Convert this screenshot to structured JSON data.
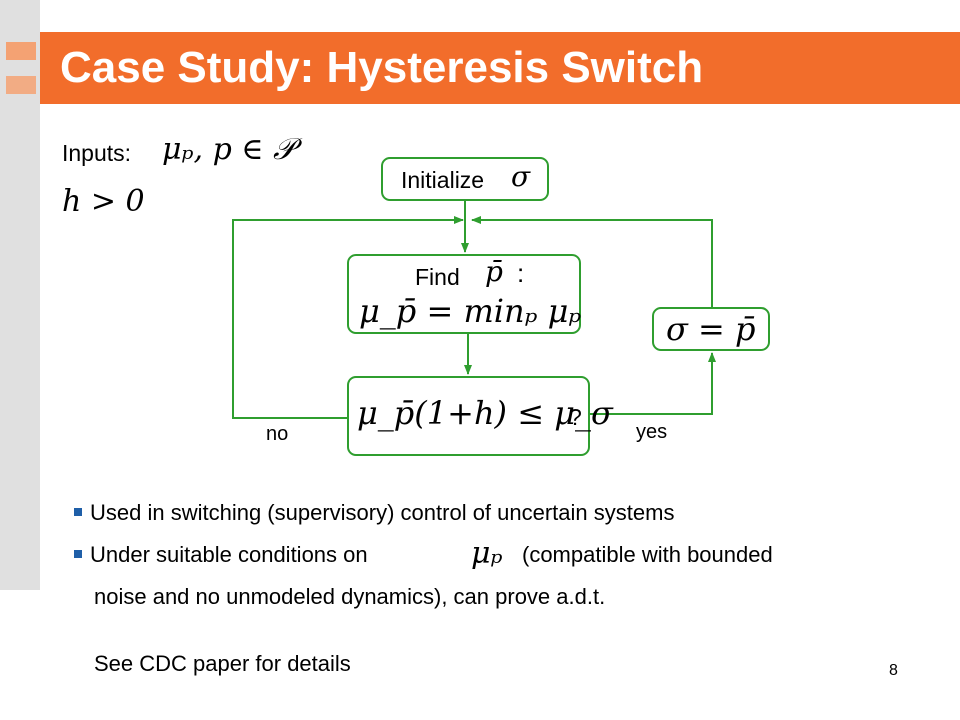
{
  "slide": {
    "title": "Case Study: Hysteresis Switch",
    "page_number": "8",
    "accent_color": "#f26d2b",
    "box_border_color": "#2f9e2f",
    "bullet_color": "#1f5fa8"
  },
  "inputs": {
    "label": "Inputs:",
    "set_expr": "μₚ, p ∈ 𝒫",
    "h_expr": "h > 0"
  },
  "flowchart": {
    "init_label": "Initialize",
    "init_sigma": "σ",
    "find_label": "Find",
    "find_pbar": "p̄",
    "find_colon": ":",
    "find_equation": "μ_p̄ = minₚ μₚ",
    "condition": "μ_p̄(1+h) ≤ μ_σ",
    "condition_q": "?",
    "assign": "σ = p̄",
    "no_label": "no",
    "yes_label": "yes"
  },
  "bullets": {
    "b1": "Used in switching (supervisory) control of uncertain systems",
    "b2_before": "Under suitable conditions on",
    "b2_math": "μₚ",
    "b2_after": "(compatible with bounded",
    "b2_cont": "noise and no unmodeled dynamics), can prove a.d.t."
  },
  "footer": {
    "see_text": "See CDC paper for details"
  }
}
